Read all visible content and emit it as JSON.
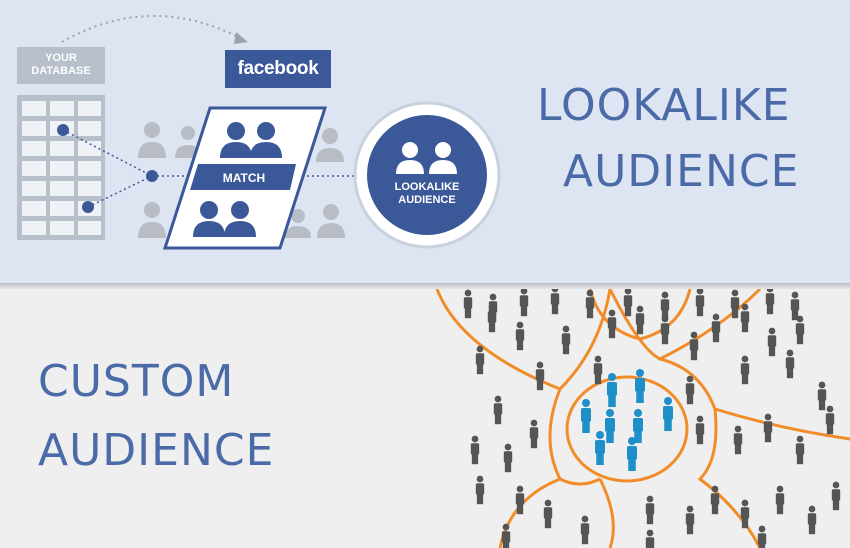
{
  "top_panel": {
    "database_label_line1": "YOUR",
    "database_label_line2": "DATABASE",
    "facebook_label": "facebook",
    "match_label": "MATCH",
    "circle_label_line1": "LOOKALIKE",
    "circle_label_line2": "AUDIENCE",
    "title_line1": "LOOKALIKE",
    "title_line2": "AUDIENCE"
  },
  "bottom_panel": {
    "title_line1": "CUSTOM",
    "title_line2": "AUDIENCE"
  },
  "colors": {
    "brand_blue": "#3b5998",
    "title_blue": "#4a6aa8",
    "top_background": "#dde4f2",
    "bottom_background": "#efefef",
    "crowd_gray": "#555555",
    "highlight_blue": "#1f8fc9",
    "curve_orange": "#f28c28",
    "silhouette_gray": "#b8bcc4"
  },
  "icons": [
    "database-grid-icon",
    "user-pair-icon",
    "person-icon",
    "dashed-arrow-icon"
  ]
}
